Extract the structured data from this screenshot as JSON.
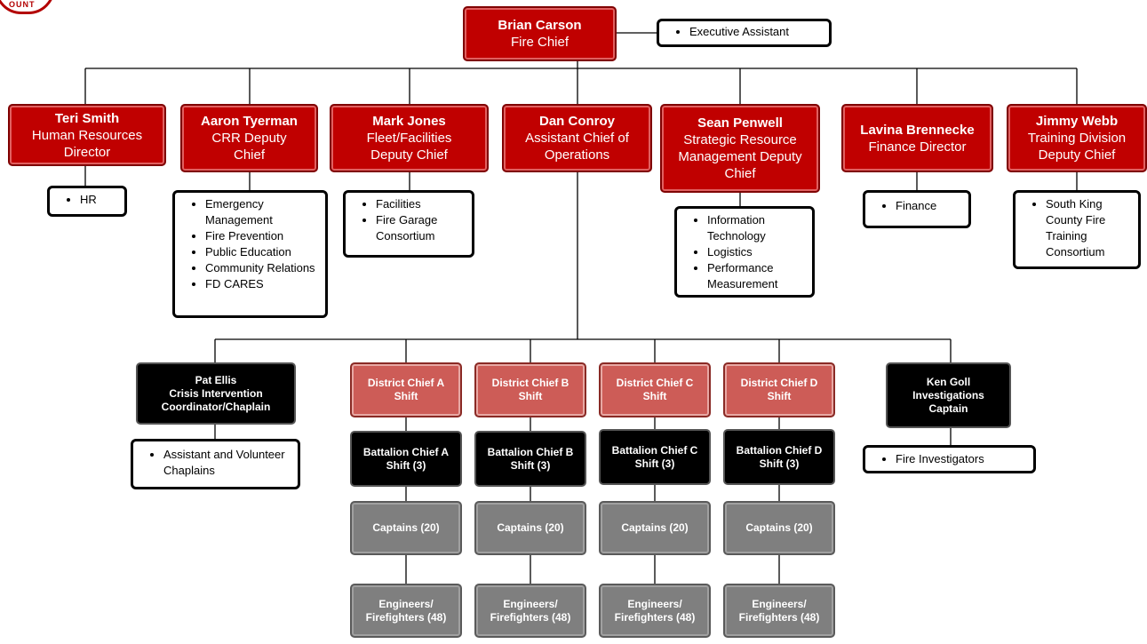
{
  "logo": {
    "text": "OUNT",
    "color": "#b30000"
  },
  "colors": {
    "red": "#c00000",
    "light_red": "#cd5c57",
    "black": "#000000",
    "gray": "#7f7f7f"
  },
  "chief": {
    "name": "Brian Carson",
    "title": "Fire Chief"
  },
  "chief_aide": {
    "items": [
      "Executive Assistant"
    ]
  },
  "directors": [
    {
      "name": "Teri Smith",
      "title": "Human Resources Director",
      "items": [
        "HR"
      ]
    },
    {
      "name": "Aaron Tyerman",
      "title": "CRR Deputy Chief",
      "items": [
        "Emergency Management",
        "Fire Prevention",
        "Public Education",
        "Community Relations",
        "FD CARES"
      ]
    },
    {
      "name": "Mark Jones",
      "title": "Fleet/Facilities Deputy Chief",
      "items": [
        "Facilities",
        "Fire Garage Consortium"
      ]
    },
    {
      "name": "Dan Conroy",
      "title": "Assistant Chief of Operations"
    },
    {
      "name": "Sean Penwell",
      "title": "Strategic Resource Management Deputy Chief",
      "items": [
        "Information Technology",
        "Logistics",
        "Performance Measurement"
      ]
    },
    {
      "name": "Lavina Brennecke",
      "title": "Finance Director",
      "items": [
        "Finance"
      ]
    },
    {
      "name": "Jimmy Webb",
      "title": "Training Division Deputy Chief",
      "items": [
        "South King County Fire Training Consortium"
      ]
    }
  ],
  "operations": {
    "chaplain": {
      "name": "Pat Ellis",
      "title": "Crisis Intervention Coordinator/Chaplain",
      "items": [
        "Assistant and Volunteer Chaplains"
      ]
    },
    "investigations": {
      "name": "Ken Goll",
      "title": "Investigations Captain",
      "items": [
        "Fire Investigators"
      ]
    },
    "shifts": [
      {
        "district": "District Chief A Shift",
        "battalion": "Battalion Chief A Shift (3)",
        "captains": "Captains (20)",
        "engineers": "Engineers/ Firefighters (48)"
      },
      {
        "district": "District Chief B Shift",
        "battalion": "Battalion Chief B Shift (3)",
        "captains": "Captains (20)",
        "engineers": "Engineers/ Firefighters (48)"
      },
      {
        "district": "District Chief C Shift",
        "battalion": "Battalion Chief C Shift (3)",
        "captains": "Captains (20)",
        "engineers": "Engineers/ Firefighters (48)"
      },
      {
        "district": "District Chief D Shift",
        "battalion": "Battalion Chief D Shift (3)",
        "captains": "Captains (20)",
        "engineers": "Engineers/ Firefighters (48)"
      }
    ]
  }
}
